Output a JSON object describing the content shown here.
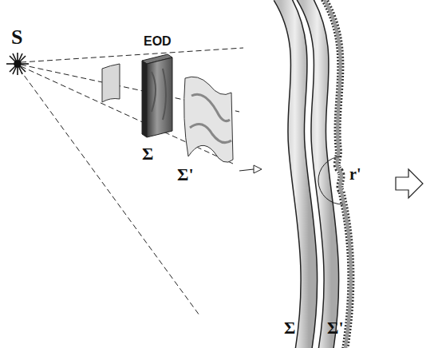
{
  "diagram": {
    "labels": [
      "S",
      "EOD",
      "Σ",
      "Σ'",
      "r'",
      "Σ",
      "Σ'"
    ]
  }
}
